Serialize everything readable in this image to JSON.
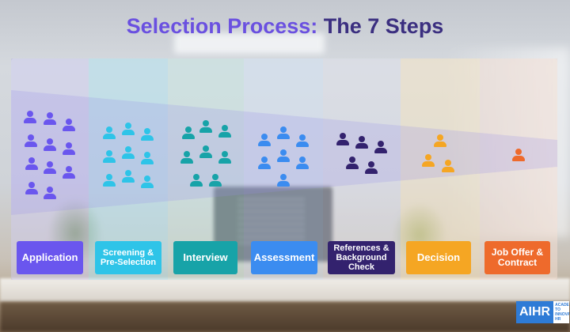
{
  "title": {
    "part1": "Selection Process:",
    "part2": "The 7 Steps"
  },
  "steps": [
    {
      "label": "Application",
      "color": "#6a56ee",
      "tint": "rgba(150,140,240,0.18)",
      "people": 12
    },
    {
      "label": "Screening & Pre-Selection",
      "color": "#2ec4e8",
      "tint": "rgba(120,210,235,0.28)",
      "people": 9
    },
    {
      "label": "Interview",
      "color": "#17a3a8",
      "tint": "rgba(140,210,200,0.22)",
      "people": 8
    },
    {
      "label": "Assessment",
      "color": "#3b8cf0",
      "tint": "rgba(170,200,240,0.22)",
      "people": 7
    },
    {
      "label": "References & Background Check",
      "color": "#33226e",
      "tint": "rgba(190,190,215,0.18)",
      "people": 5
    },
    {
      "label": "Decision",
      "color": "#f5a623",
      "tint": "rgba(245,215,160,0.30)",
      "people": 3
    },
    {
      "label": "Job Offer & Contract",
      "color": "#ee6a2c",
      "tint": "rgba(240,200,180,0.28)",
      "people": 1
    }
  ],
  "logo": {
    "brand": "AIHR",
    "sub_line1": "ACADEMY TO",
    "sub_line2": "INNOVATE HR"
  },
  "colors": {
    "funnel": "rgba(150,140,230,0.22)"
  }
}
